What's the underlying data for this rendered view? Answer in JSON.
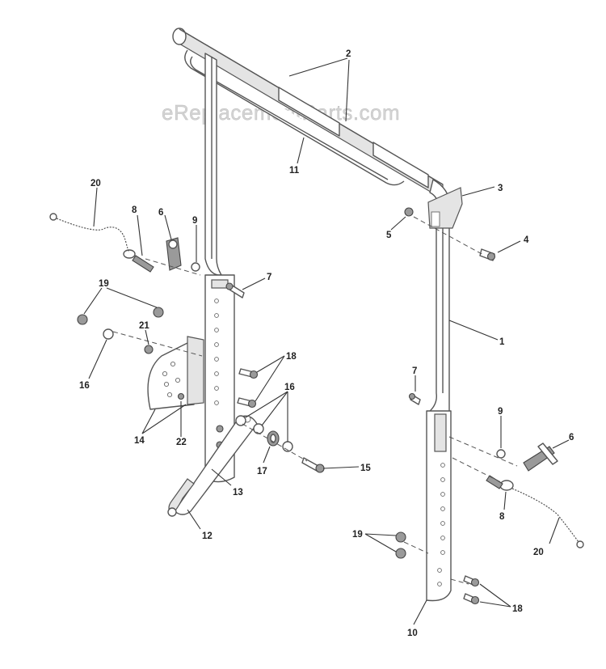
{
  "watermark": "eReplacementParts.com",
  "callouts": {
    "c1": "1",
    "c2": "2",
    "c3": "3",
    "c4": "4",
    "c5": "5",
    "c6a": "6",
    "c6b": "6",
    "c7a": "7",
    "c7b": "7",
    "c8a": "8",
    "c8b": "8",
    "c9a": "9",
    "c9b": "9",
    "c10": "10",
    "c11": "11",
    "c12": "12",
    "c13": "13",
    "c14": "14",
    "c15": "15",
    "c16a": "16",
    "c16b": "16",
    "c17": "17",
    "c18a": "18",
    "c18b": "18",
    "c19a": "19",
    "c19b": "19",
    "c20a": "20",
    "c20b": "20",
    "c21": "21",
    "c22": "22"
  }
}
